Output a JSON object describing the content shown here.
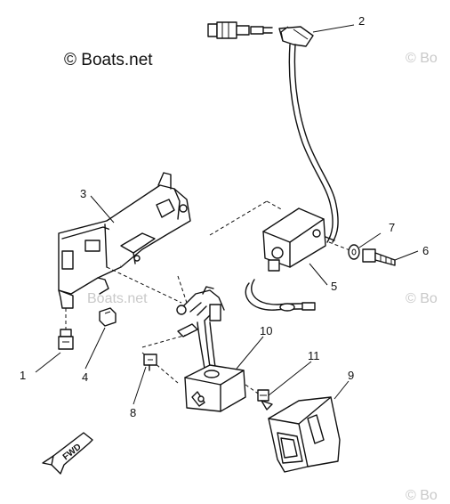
{
  "copyright": "© Boats.net",
  "watermarks": [
    "© Bo",
    "Boats.net",
    "© Bo",
    "© Bo"
  ],
  "callouts": [
    {
      "id": "1",
      "label": "1"
    },
    {
      "id": "2",
      "label": "2"
    },
    {
      "id": "3",
      "label": "3"
    },
    {
      "id": "4",
      "label": "4"
    },
    {
      "id": "5",
      "label": "5"
    },
    {
      "id": "6",
      "label": "6"
    },
    {
      "id": "7",
      "label": "7"
    },
    {
      "id": "8",
      "label": "8"
    },
    {
      "id": "9",
      "label": "9"
    },
    {
      "id": "10",
      "label": "10"
    },
    {
      "id": "11",
      "label": "11"
    }
  ],
  "fwd_label": "FWD"
}
